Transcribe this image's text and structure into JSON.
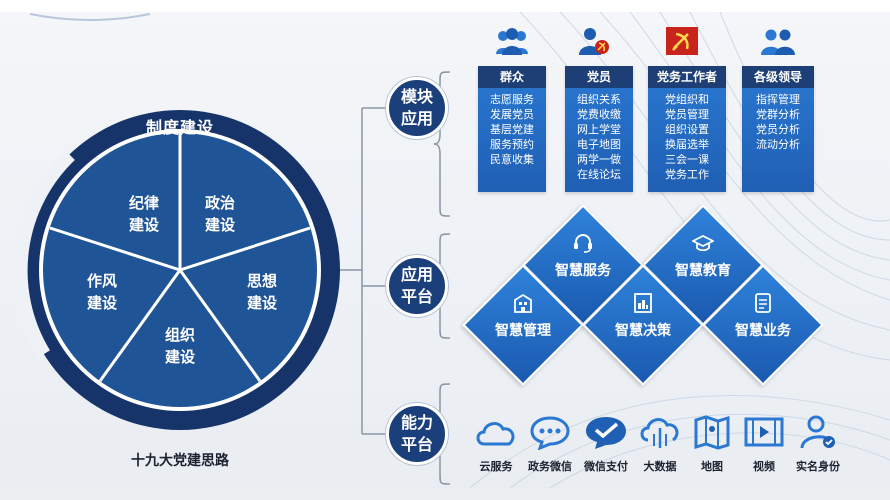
{
  "wheel": {
    "title": "制度建设",
    "segments": [
      {
        "id": "jilv",
        "line1": "纪律",
        "line2": "建设"
      },
      {
        "id": "zhengzhi",
        "line1": "政治",
        "line2": "建设"
      },
      {
        "id": "sixiang",
        "line1": "思想",
        "line2": "建设"
      },
      {
        "id": "zuzhi",
        "line1": "组织",
        "line2": "建设"
      },
      {
        "id": "zuofeng",
        "line1": "作风",
        "line2": "建设"
      }
    ],
    "caption": "十九大党建思路"
  },
  "sections": {
    "module": {
      "line1": "模块",
      "line2": "应用"
    },
    "platform": {
      "line1": "应用",
      "line2": "平台"
    },
    "capability": {
      "line1": "能力",
      "line2": "平台"
    }
  },
  "modules": [
    {
      "title": "群众",
      "icon": "people-group-icon",
      "items": [
        "志愿服务",
        "发展党员",
        "基层党建",
        "服务预约",
        "民意收集"
      ]
    },
    {
      "title": "党员",
      "icon": "party-member-icon",
      "items": [
        "组织关系",
        "党费收缴",
        "网上学堂",
        "电子地图",
        "两学一做",
        "在线论坛"
      ]
    },
    {
      "title": "党务工作者",
      "icon": "party-emblem-icon",
      "items": [
        "党组织和",
        "党员管理",
        "组织设置",
        "换届选举",
        "三会一课",
        "党务工作"
      ]
    },
    {
      "title": "各级领导",
      "icon": "leader-icon",
      "items": [
        "指挥管理",
        "党群分析",
        "党员分析",
        "流动分析"
      ]
    }
  ],
  "platform": [
    {
      "label": "智慧服务",
      "icon": "headset-icon"
    },
    {
      "label": "智慧教育",
      "icon": "graduation-cap-icon"
    },
    {
      "label": "智慧管理",
      "icon": "building-icon"
    },
    {
      "label": "智慧决策",
      "icon": "chart-doc-icon"
    },
    {
      "label": "智慧业务",
      "icon": "document-icon"
    }
  ],
  "capabilities": [
    {
      "label": "云服务",
      "icon": "cloud-icon"
    },
    {
      "label": "政务微信",
      "icon": "chat-bubble-icon"
    },
    {
      "label": "微信支付",
      "icon": "check-bubble-icon"
    },
    {
      "label": "大数据",
      "icon": "cloud-data-icon"
    },
    {
      "label": "地图",
      "icon": "map-icon"
    },
    {
      "label": "视频",
      "icon": "video-icon"
    },
    {
      "label": "实名身份",
      "icon": "verified-user-icon"
    }
  ],
  "colors": {
    "navy": "#1a3f7a",
    "deep_navy": "#16346a",
    "accent_blue": "#2a78d2",
    "card_head": "#1d3f75",
    "party_red": "#c8241c"
  }
}
